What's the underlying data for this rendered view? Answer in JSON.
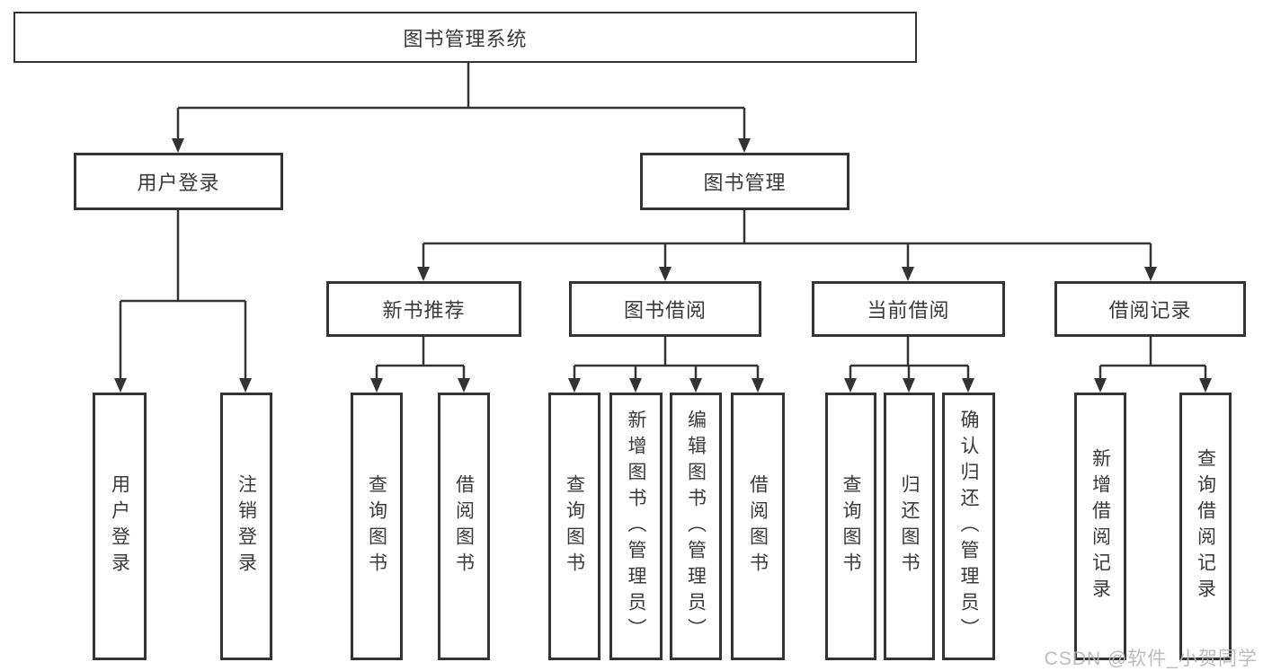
{
  "nodes": {
    "root": "图书管理系统",
    "level2": [
      "用户登录",
      "图书管理"
    ],
    "level3": [
      "新书推荐",
      "图书借阅",
      "当前借阅",
      "借阅记录"
    ],
    "leaves_user_login": [
      "用户登录",
      "注销登录"
    ],
    "leaves_new_book": [
      "查询图书",
      "借阅图书"
    ],
    "leaves_book_borrow": [
      "查询图书",
      "新增图书（管理员）",
      "编辑图书（管理员）",
      "借阅图书"
    ],
    "leaves_current_borrow": [
      "查询图书",
      "归还图书",
      "确认归还（管理员）"
    ],
    "leaves_borrow_record": [
      "新增借阅记录",
      "查询借阅记录"
    ]
  },
  "watermark": "CSDN @软件_小贺同学",
  "colors": {
    "line": "#333333",
    "box_border": "#333333",
    "text": "#3a3a3a",
    "watermark": "#b5b5b5",
    "background": "#ffffff"
  }
}
